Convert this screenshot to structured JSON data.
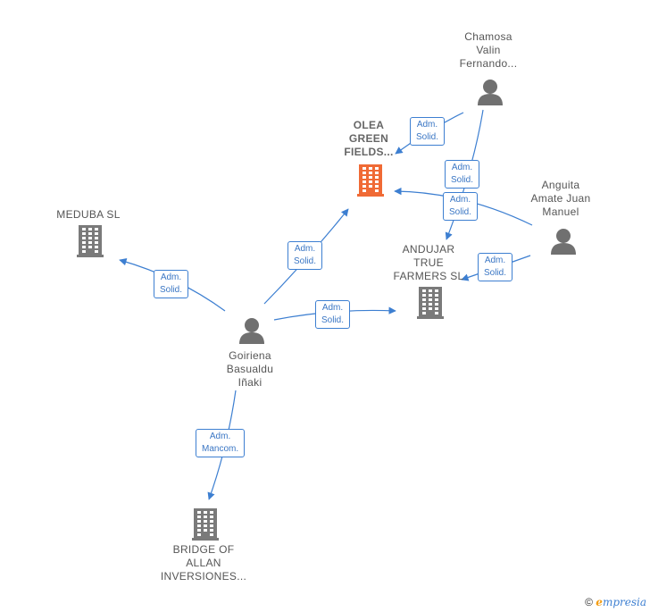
{
  "colors": {
    "edge": "#3d7fd1",
    "company": "#7a7a7a",
    "focus_company": "#f06a35",
    "person": "#707070"
  },
  "nodes": {
    "olea": {
      "label": [
        "OLEA",
        "GREEN",
        "FIELDS..."
      ],
      "icon": "building-icon"
    },
    "meduba": {
      "label": [
        "MEDUBA SL"
      ],
      "icon": "building-icon"
    },
    "andujar": {
      "label": [
        "ANDUJAR",
        "TRUE",
        "FARMERS SL"
      ],
      "icon": "building-icon"
    },
    "bridge": {
      "label": [
        "BRIDGE OF",
        "ALLAN",
        "INVERSIONES..."
      ],
      "icon": "building-icon"
    },
    "chamosa": {
      "label": [
        "Chamosa",
        "Valin",
        "Fernando..."
      ],
      "icon": "person-icon"
    },
    "anguita": {
      "label": [
        "Anguita",
        "Amate Juan",
        "Manuel"
      ],
      "icon": "person-icon"
    },
    "goiriena": {
      "label": [
        "Goiriena",
        "Basualdu",
        "Iñaki"
      ],
      "icon": "person-icon"
    }
  },
  "edges": [
    {
      "id": "chamosa-olea",
      "label": [
        "Adm.",
        "Solid."
      ]
    },
    {
      "id": "chamosa-andujar",
      "label": [
        "Adm.",
        "Solid."
      ]
    },
    {
      "id": "anguita-olea",
      "label": [
        "Adm.",
        "Solid."
      ]
    },
    {
      "id": "anguita-andujar",
      "label": [
        "Adm.",
        "Solid."
      ]
    },
    {
      "id": "goiriena-meduba",
      "label": [
        "Adm.",
        "Solid."
      ]
    },
    {
      "id": "goiriena-olea",
      "label": [
        "Adm.",
        "Solid."
      ]
    },
    {
      "id": "goiriena-andujar",
      "label": [
        "Adm.",
        "Solid."
      ]
    },
    {
      "id": "goiriena-bridge",
      "label": [
        "Adm.",
        "Mancom."
      ]
    }
  ],
  "footer": {
    "copyright": "©",
    "brand_initial": "e",
    "brand_rest": "mpresia"
  }
}
